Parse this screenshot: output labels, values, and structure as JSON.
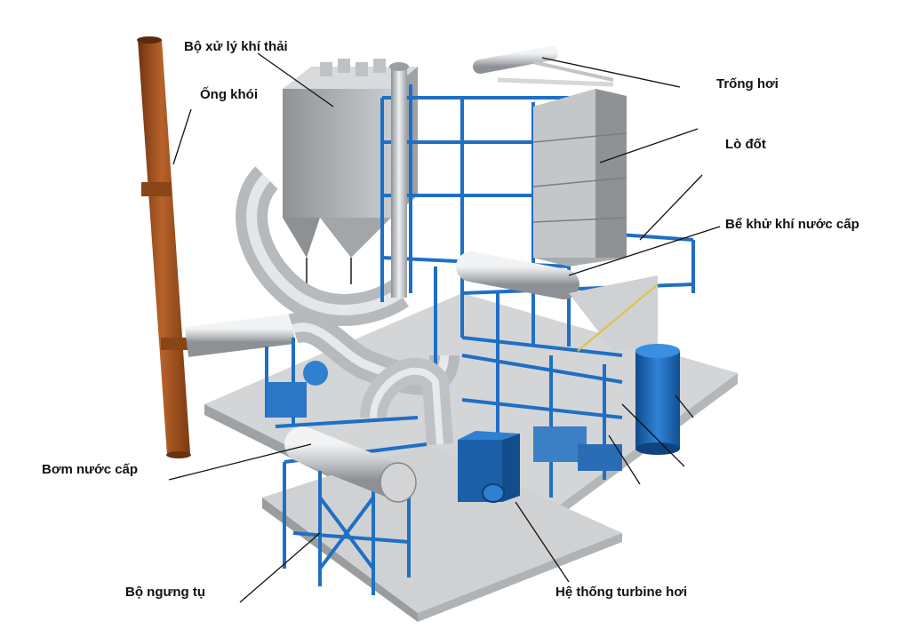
{
  "labels": {
    "exhaust_treatment": "Bộ xử lý khí thải",
    "chimney": "Ống khói",
    "steam_drum": "Trống hơi",
    "furnace": "Lò đốt",
    "deaerator": "Bể khử khí nước cấp",
    "feed_pump": "Bơm nước cấp",
    "condenser": "Bộ ngưng tụ",
    "turbine_system": "Hệ thống turbine hơi"
  },
  "colors": {
    "chimney": "#a0501c",
    "steel_frame": "#1f6fc4",
    "equipment_gray": "#b9bcc0",
    "platform": "#c9cbcd",
    "tank_blue": "#1c63b0"
  }
}
